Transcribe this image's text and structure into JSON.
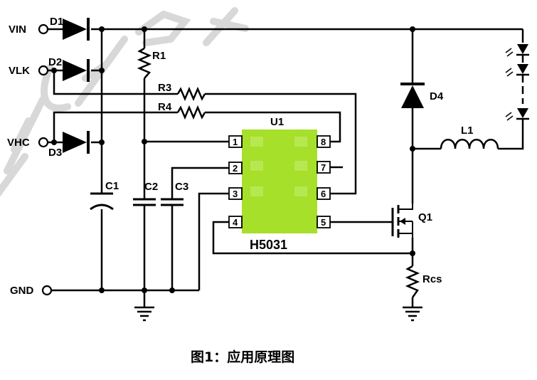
{
  "terminals": {
    "vin": "VIN",
    "vlk": "VLK",
    "vhc": "VHC",
    "gnd": "GND"
  },
  "components": {
    "d1": "D1",
    "d2": "D2",
    "d3": "D3",
    "d4": "D4",
    "r1": "R1",
    "r3": "R3",
    "r4": "R4",
    "c1": "C1",
    "c2": "C2",
    "c3": "C3",
    "l1": "L1",
    "q1": "Q1",
    "rcs": "Rcs",
    "u1": "U1"
  },
  "chip": {
    "part": "H5031",
    "color": "#a6e02a",
    "pins": {
      "p1": "1",
      "p2": "2",
      "p3": "3",
      "p4": "4",
      "p5": "5",
      "p6": "6",
      "p7": "7",
      "p8": "8"
    }
  },
  "caption": "图1：应用原理图"
}
